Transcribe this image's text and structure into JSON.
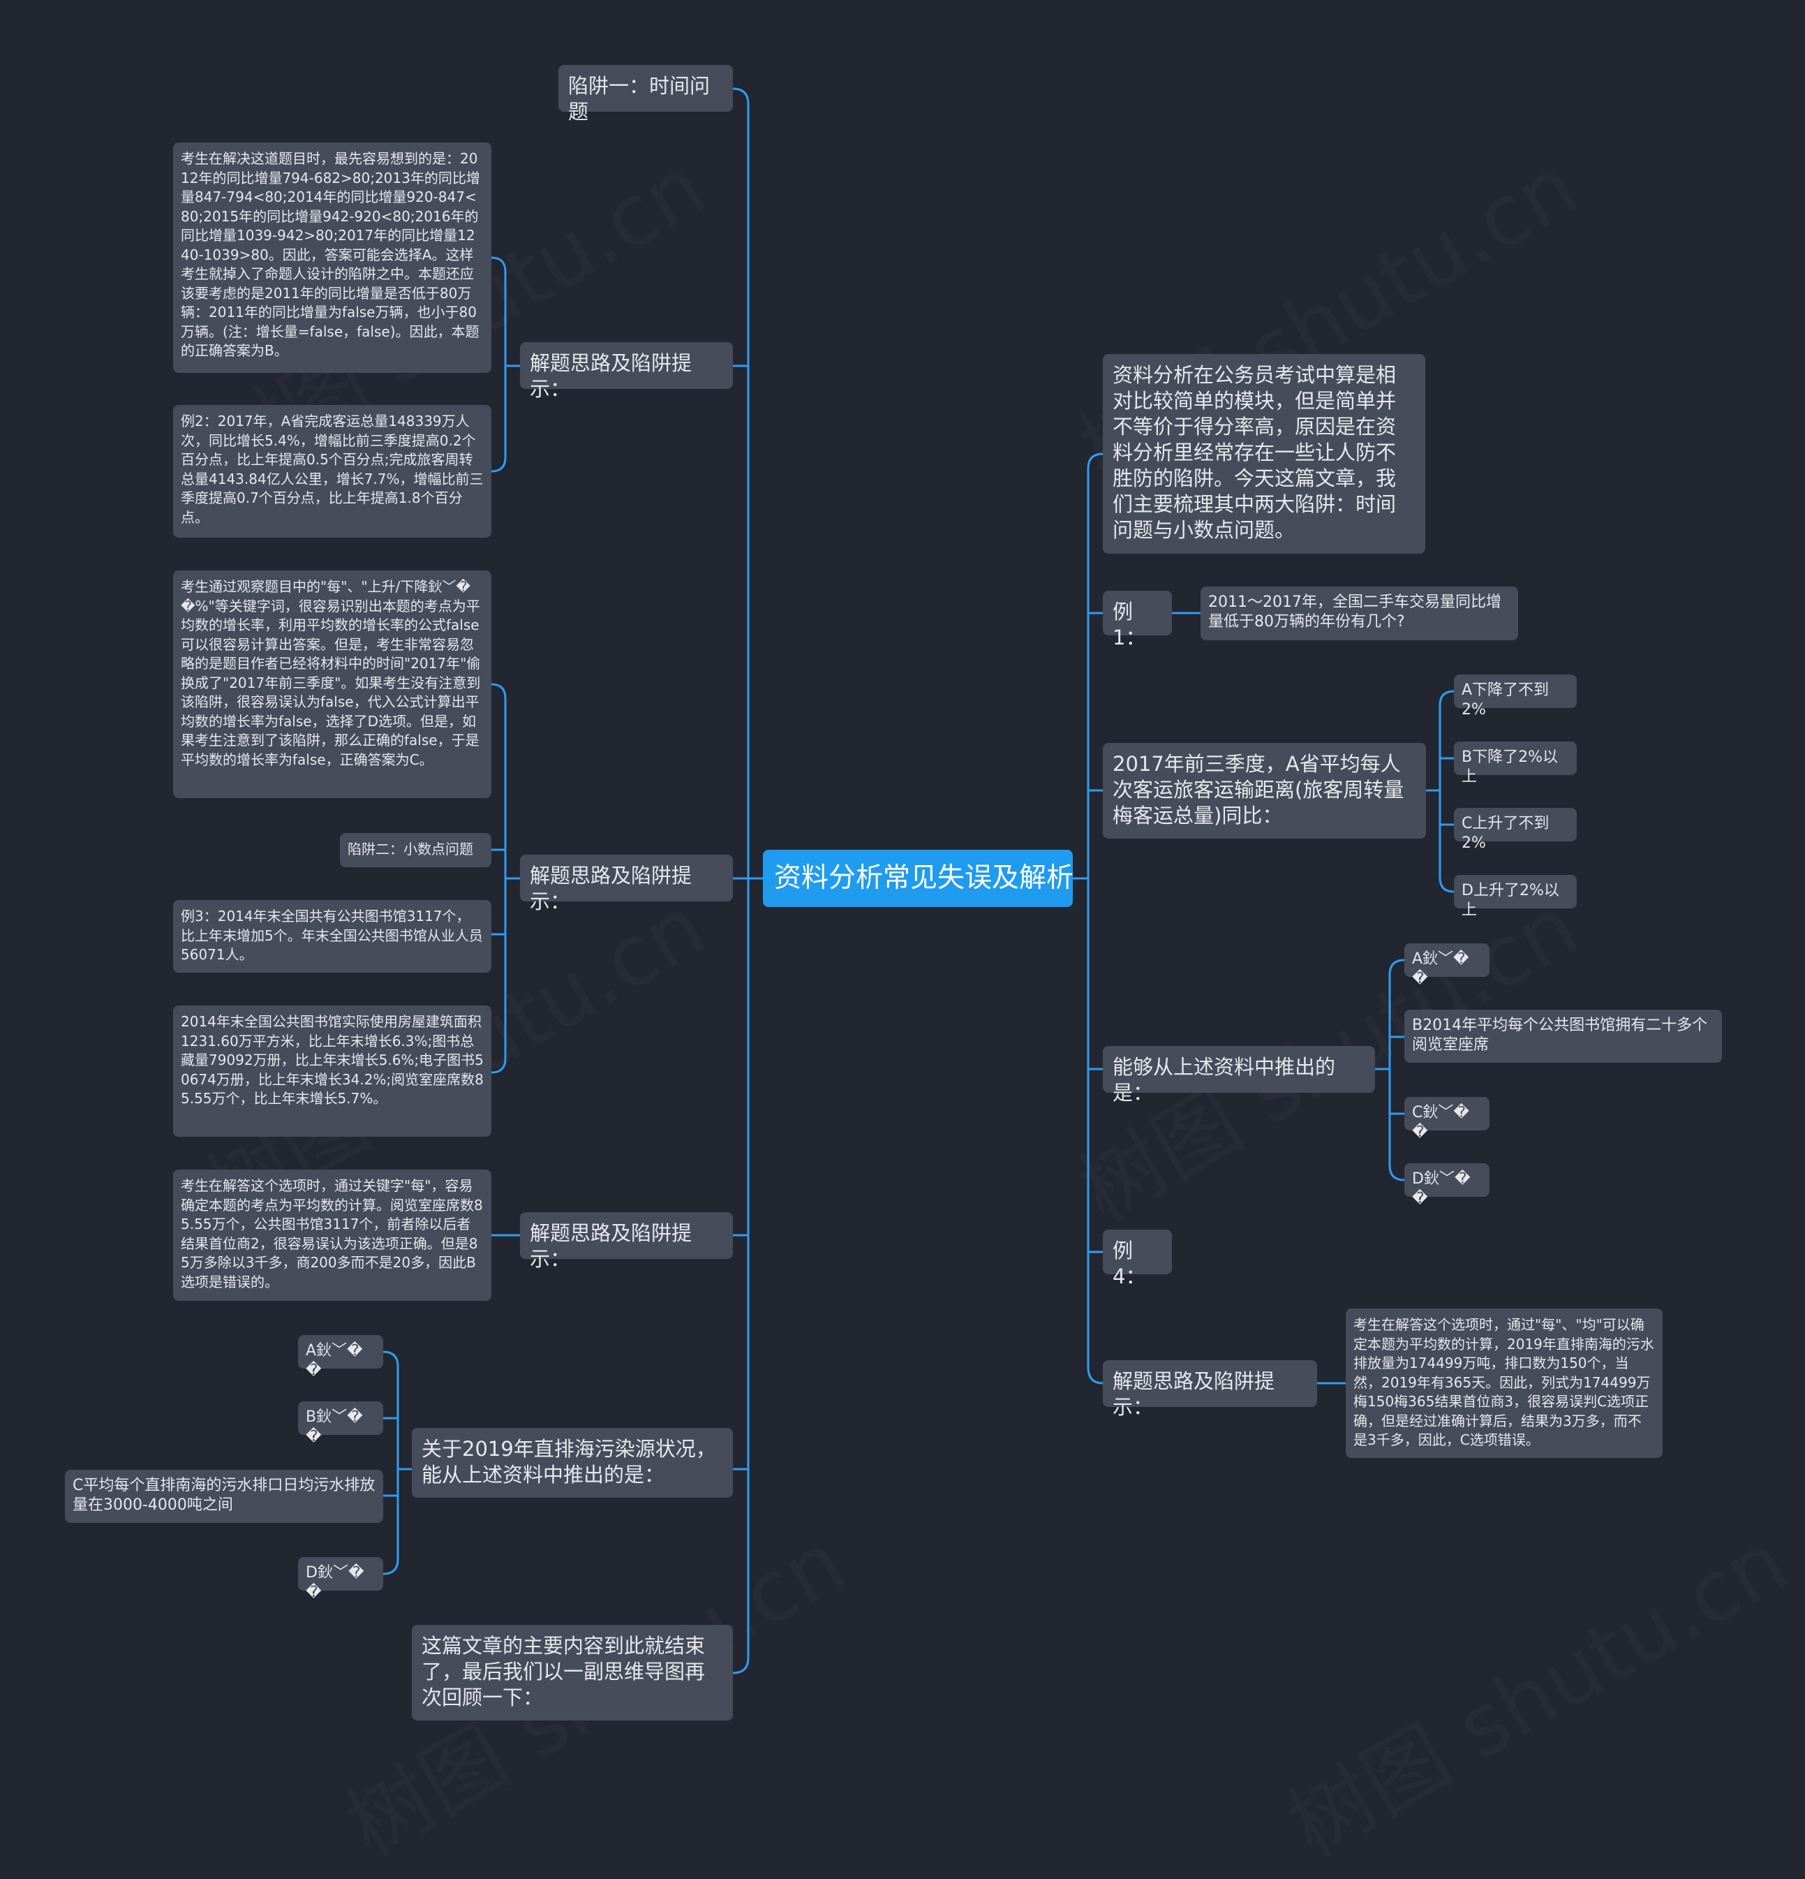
{
  "root": "资料分析常见失误及解析",
  "watermark": "树图 shutu.cn",
  "left": {
    "trap1": "陷阱一：时间问题",
    "hint1": {
      "label": "解题思路及陷阱提示：",
      "text1": "考生在解决这道题目时，最先容易想到的是：2012年的同比增量794-682>80;2013年的同比增量847-794<80;2014年的同比增量920-847<80;2015年的同比增量942-920<80;2016年的同比增量1039-942>80;2017年的同比增量1240-1039>80。因此，答案可能会选择A。这样考生就掉入了命题人设计的陷阱之中。本题还应该要考虑的是2011年的同比增量是否低于80万辆：2011年的同比增量为false万辆，也小于80万辆。(注：增长量=false，false)。因此，本题的正确答案为B。",
      "text2": "例2：2017年，A省完成客运总量148339万人次，同比增长5.4%，增幅比前三季度提高0.2个百分点，比上年提高0.5个百分点;完成旅客周转总量4143.84亿人公里，增长7.7%，增幅比前三季度提高0.7个百分点，比上年提高1.8个百分点。"
    },
    "hint2": {
      "label": "解题思路及陷阱提示：",
      "text1": "考生通过观察题目中的\"每\"、\"上升/下降鈥﹀��%\"等关键字词，很容易识别出本题的考点为平均数的增长率，利用平均数的增长率的公式false可以很容易计算出答案。但是，考生非常容易忽略的是题目作者已经将材料中的时间\"2017年\"偷换成了\"2017年前三季度\"。如果考生没有注意到该陷阱，很容易误认为false，代入公式计算出平均数的增长率为false，选择了D选项。但是，如果考生注意到了该陷阱，那么正确的false，于是平均数的增长率为false，正确答案为C。",
      "trap2": "陷阱二：小数点问题",
      "text2": "例3：2014年末全国共有公共图书馆3117个，比上年末增加5个。年末全国公共图书馆从业人员56071人。",
      "text3": "2014年末全国公共图书馆实际使用房屋建筑面积1231.60万平方米，比上年末增长6.3%;图书总藏量79092万册，比上年末增长5.6%;电子图书50674万册，比上年末增长34.2%;阅览室座席数85.55万个，比上年末增长5.7%。"
    },
    "hint3": {
      "label": "解题思路及陷阱提示：",
      "text": "考生在解答这个选项时，通过关键字\"每\"，容易确定本题的考点为平均数的计算。阅览室座席数85.55万个，公共图书馆3117个，前者除以后者结果首位商2，很容易误认为该选项正确。但是85万多除以3千多，商200多而不是20多，因此B选项是错误的。"
    },
    "q2019": {
      "label": "关于2019年直排海污染源状况，能从上述资料中推出的是：",
      "options": [
        "A鈥﹀��",
        "B鈥﹀��",
        "C平均每个直排南海的污水排口日均污水排放量在3000-4000吨之间",
        "D鈥﹀��"
      ]
    },
    "ending": "这篇文章的主要内容到此就结束了，最后我们以一副思维导图再次回顾一下："
  },
  "right": {
    "intro": "资料分析在公务员考试中算是相对比较简单的模块，但是简单并不等价于得分率高，原因是在资料分析里经常存在一些让人防不胜防的陷阱。今天这篇文章，我们主要梳理其中两大陷阱：时间问题与小数点问题。",
    "ex1": {
      "label": "例1：",
      "text": "2011～2017年，全国二手车交易量同比增量低于80万辆的年份有几个?"
    },
    "q2017": {
      "label": "2017年前三季度，A省平均每人次客运旅客运输距离(旅客周转量梅客运总量)同比：",
      "options": [
        "A下降了不到2%",
        "B下降了2%以上",
        "C上升了不到2%",
        "D上升了2%以上"
      ]
    },
    "qderive": {
      "label": "能够从上述资料中推出的是：",
      "options": [
        "A鈥﹀��",
        "B2014年平均每个公共图书馆拥有二十多个阅览室座席",
        "C鈥﹀��",
        "D鈥﹀��"
      ]
    },
    "ex4": "例4：",
    "hint4": {
      "label": "解题思路及陷阱提示：",
      "text": "考生在解答这个选项时，通过\"每\"、\"均\"可以确定本题为平均数的计算，2019年直排南海的污水排放量为174499万吨，排口数为150个，当然，2019年有365天。因此，列式为174499万梅150梅365结果首位商3，很容易误判C选项正确，但是经过准确计算后，结果为3万多，而不是3千多，因此，C选项错误。"
    }
  }
}
